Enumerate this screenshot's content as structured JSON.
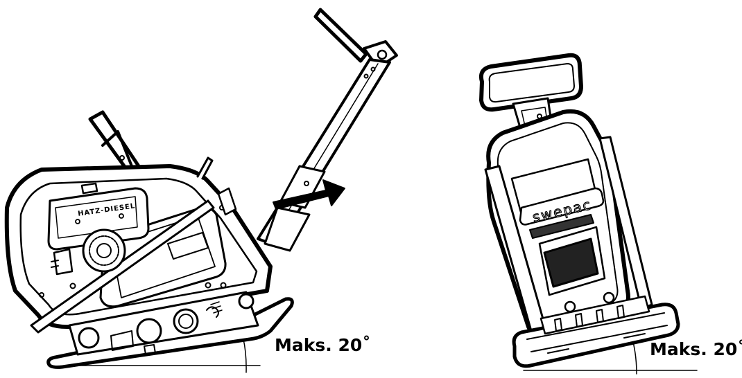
{
  "labels": {
    "left_angle": "Maks. 20˚",
    "right_angle": "Maks. 20˚"
  },
  "machine_text": {
    "engine_brand": "HATZ-DIESEL",
    "front_logo": "swepac"
  },
  "colors": {
    "line": "#000000",
    "background": "#ffffff"
  },
  "icons": {
    "arrow": "right-arrow-icon"
  }
}
